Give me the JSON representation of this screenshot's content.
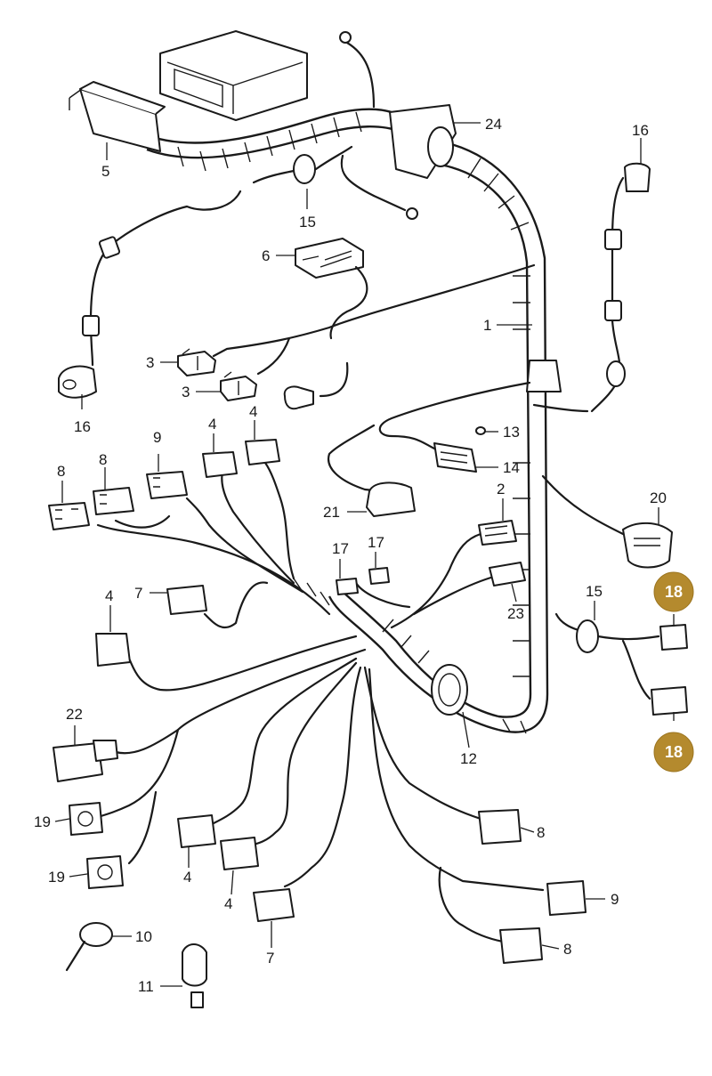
{
  "callouts": {
    "c1": "1",
    "c2": "2",
    "c3a": "3",
    "c3b": "3",
    "c4a": "4",
    "c4b": "4",
    "c4c": "4",
    "c4d": "4",
    "c4e": "4",
    "c5": "5",
    "c6": "6",
    "c7a": "7",
    "c7b": "7",
    "c8a": "8",
    "c8b": "8",
    "c8c": "8",
    "c8d": "8",
    "c9a": "9",
    "c9b": "9",
    "c10": "10",
    "c11": "11",
    "c12": "12",
    "c13": "13",
    "c14": "14",
    "c15a": "15",
    "c15b": "15",
    "c16a": "16",
    "c16b": "16",
    "c17a": "17",
    "c17b": "17",
    "c19a": "19",
    "c19b": "19",
    "c20": "20",
    "c21": "21",
    "c22": "22",
    "c23": "23",
    "c24": "24"
  },
  "highlighted": {
    "h18a": "18",
    "h18b": "18"
  },
  "colors": {
    "line": "#1a1a1a",
    "badge": "#b48a2e"
  }
}
